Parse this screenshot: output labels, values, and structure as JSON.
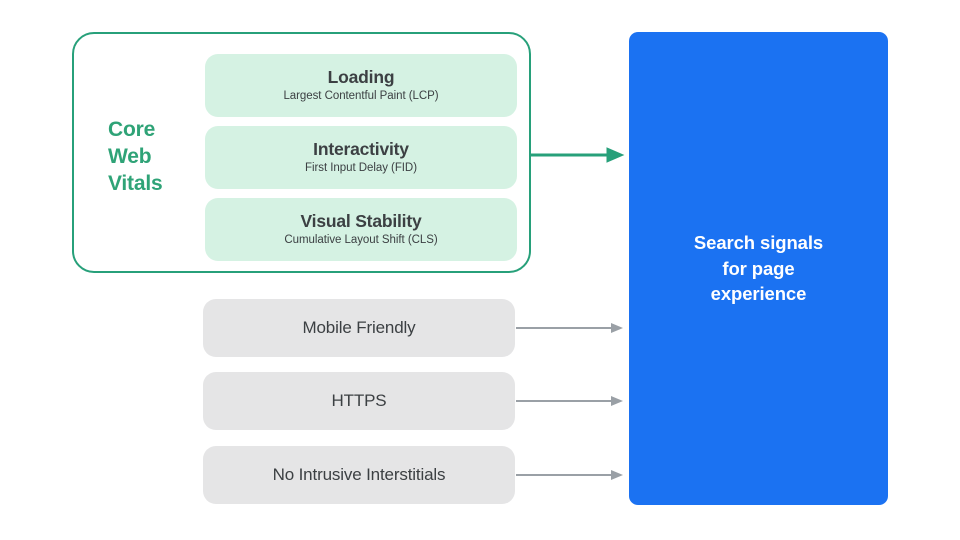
{
  "diagram": {
    "title_hidden": "Page experience signals",
    "colors": {
      "green_accent": "#2fa377",
      "green_border": "#27a07a",
      "green_box_fill": "#d5f2e3",
      "grey_box_fill": "#e5e5e6",
      "blue_panel": "#1b72f2",
      "text_dark": "#3c4043",
      "text_white": "#ffffff",
      "arrow_grey": "#9aa0a6",
      "arrow_green": "#27a07a",
      "background": "#ffffff"
    },
    "core_web_vitals": {
      "label": "Core\nWeb\nVitals",
      "items": [
        {
          "title": "Loading",
          "subtitle": "Largest Contentful Paint (LCP)"
        },
        {
          "title": "Interactivity",
          "subtitle": "First Input Delay (FID)"
        },
        {
          "title": "Visual Stability",
          "subtitle": "Cumulative Layout Shift (CLS)"
        }
      ]
    },
    "other_signals": [
      {
        "label": "Mobile Friendly"
      },
      {
        "label": "HTTPS"
      },
      {
        "label": "No Intrusive Interstitials"
      }
    ],
    "outcome": {
      "label": "Search signals\nfor page\nexperience"
    },
    "connectors": [
      {
        "name": "core-web-vitals-arrow",
        "color": "#27a07a",
        "style": "thick"
      },
      {
        "name": "mobile-friendly-arrow",
        "color": "#9aa0a6",
        "style": "thin"
      },
      {
        "name": "https-arrow",
        "color": "#9aa0a6",
        "style": "thin"
      },
      {
        "name": "no-intrusive-interstitials-arrow",
        "color": "#9aa0a6",
        "style": "thin"
      }
    ]
  }
}
